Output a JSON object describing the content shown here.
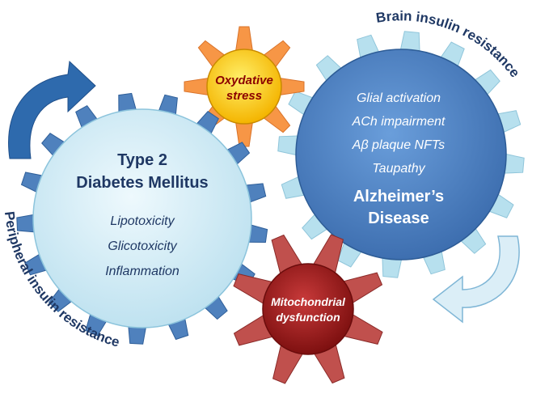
{
  "diabetes": {
    "title_line1": "Type 2",
    "title_line2": "Diabetes Mellitus",
    "items": [
      "Lipotoxicity",
      "Glicotoxicity",
      "Inflammation"
    ]
  },
  "alzheimers": {
    "items": [
      "Glial activation",
      "ACh impairment",
      "Aβ plaque NFTs",
      "Taupathy"
    ],
    "title_line1": "Alzheimer’s",
    "title_line2": "Disease"
  },
  "oxidative": {
    "line1": "Oxydative",
    "line2": "stress"
  },
  "mitochondrial": {
    "line1": "Mitochondrial",
    "line2": "dysfunction"
  },
  "labels": {
    "brain": "Brain insulin resistance",
    "peripheral": "Peripheral insulin resistance"
  },
  "colors": {
    "diabetes_fill": "#cdebf6",
    "diabetes_teeth": "#4f81bd",
    "alz_fill": "#5a8fcf",
    "alz_teeth": "#b7e0ee",
    "oxidative": "#f79646",
    "oxidative_core": "#ffd400",
    "mito": "#c0504d",
    "mito_core": "#a11f1f",
    "label_text": "#1f3864",
    "arrow_blue": "#2e6aad",
    "arrow_light": "#dbeef7"
  }
}
